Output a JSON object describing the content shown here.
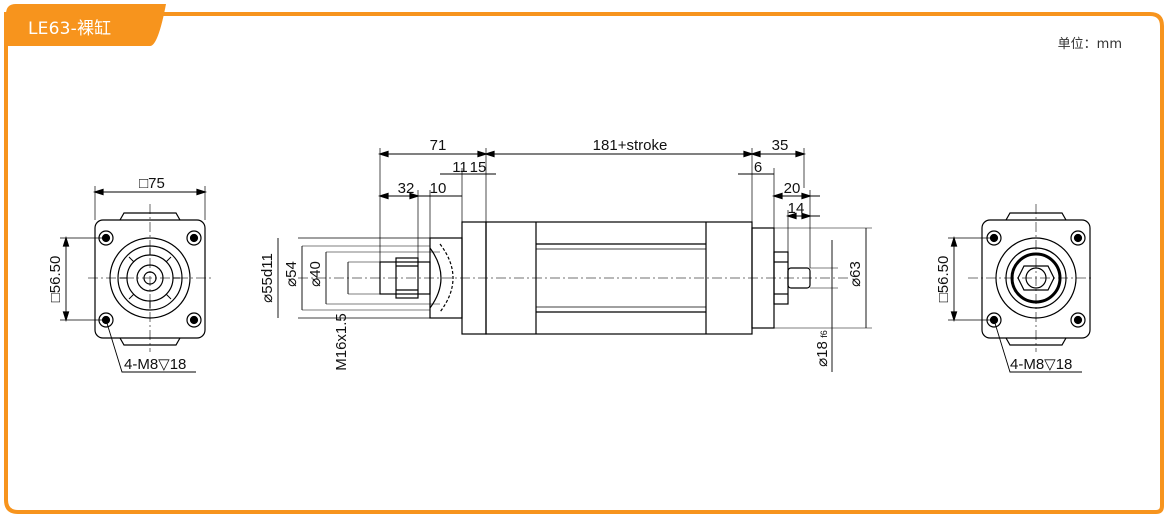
{
  "header": {
    "tab_title": "LE63-裸缸",
    "unit_label": "单位：mm"
  },
  "colors": {
    "accent": "#f7941d",
    "line": "#000000",
    "centerline": "#444444"
  },
  "front_view": {
    "square_dim": "□75",
    "bolt_spacing": "□56.50",
    "thread_callout": "4-M8▽18"
  },
  "side_view": {
    "top_dims": [
      "71",
      "181+stroke",
      "35"
    ],
    "mid_dims": [
      "11",
      "15",
      "6"
    ],
    "lower_dims": [
      "32",
      "10",
      "20",
      "14"
    ],
    "left_diameters": [
      "⌀55d11",
      "⌀54",
      "⌀40"
    ],
    "rod_thread": "M16x1.5",
    "right_diameters": [
      "⌀63",
      "⌀18"
    ],
    "shaft_tolerance": "f6"
  },
  "rear_view": {
    "bolt_spacing": "□56.50",
    "thread_callout": "4-M8▽18"
  }
}
